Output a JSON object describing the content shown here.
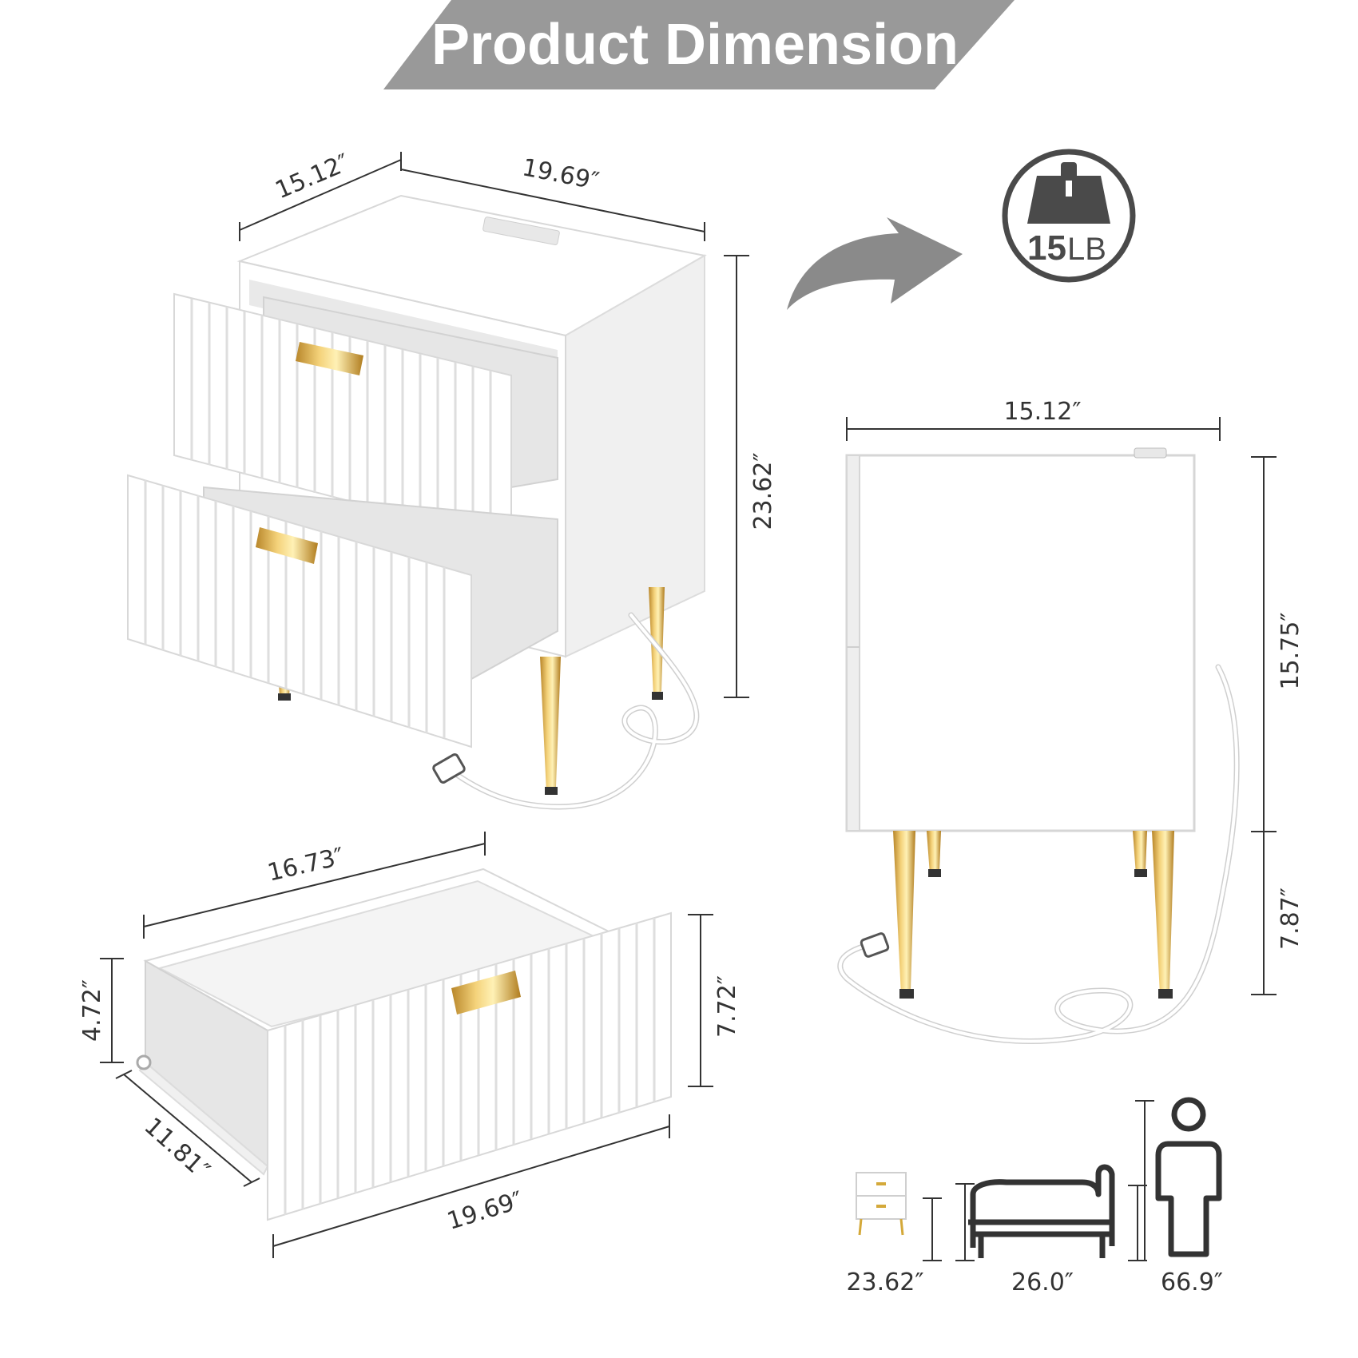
{
  "banner": {
    "title": "Product Dimension"
  },
  "colors": {
    "banner": "#999999",
    "accent_gold": "#d4a93a",
    "text": "#333333",
    "arrow": "#8a8a8a"
  },
  "load_badge": {
    "value": "15",
    "unit": "LB",
    "icon": "weight-icon"
  },
  "main_view": {
    "depth": "15.12″",
    "width": "19.69″",
    "height": "23.62″"
  },
  "side_view": {
    "depth": "15.12″",
    "body_height": "15.75″",
    "leg_height": "7.87″"
  },
  "drawer_view": {
    "length": "16.73″",
    "inner_height": "4.72″",
    "front_height": "7.72″",
    "depth": "11.81″",
    "width": "19.69″"
  },
  "comparison": {
    "items": [
      {
        "label": "23.62″",
        "icon": "nightstand-icon"
      },
      {
        "label": "26.0″",
        "icon": "bed-icon"
      },
      {
        "label": "66.9″",
        "icon": "person-icon"
      }
    ]
  }
}
